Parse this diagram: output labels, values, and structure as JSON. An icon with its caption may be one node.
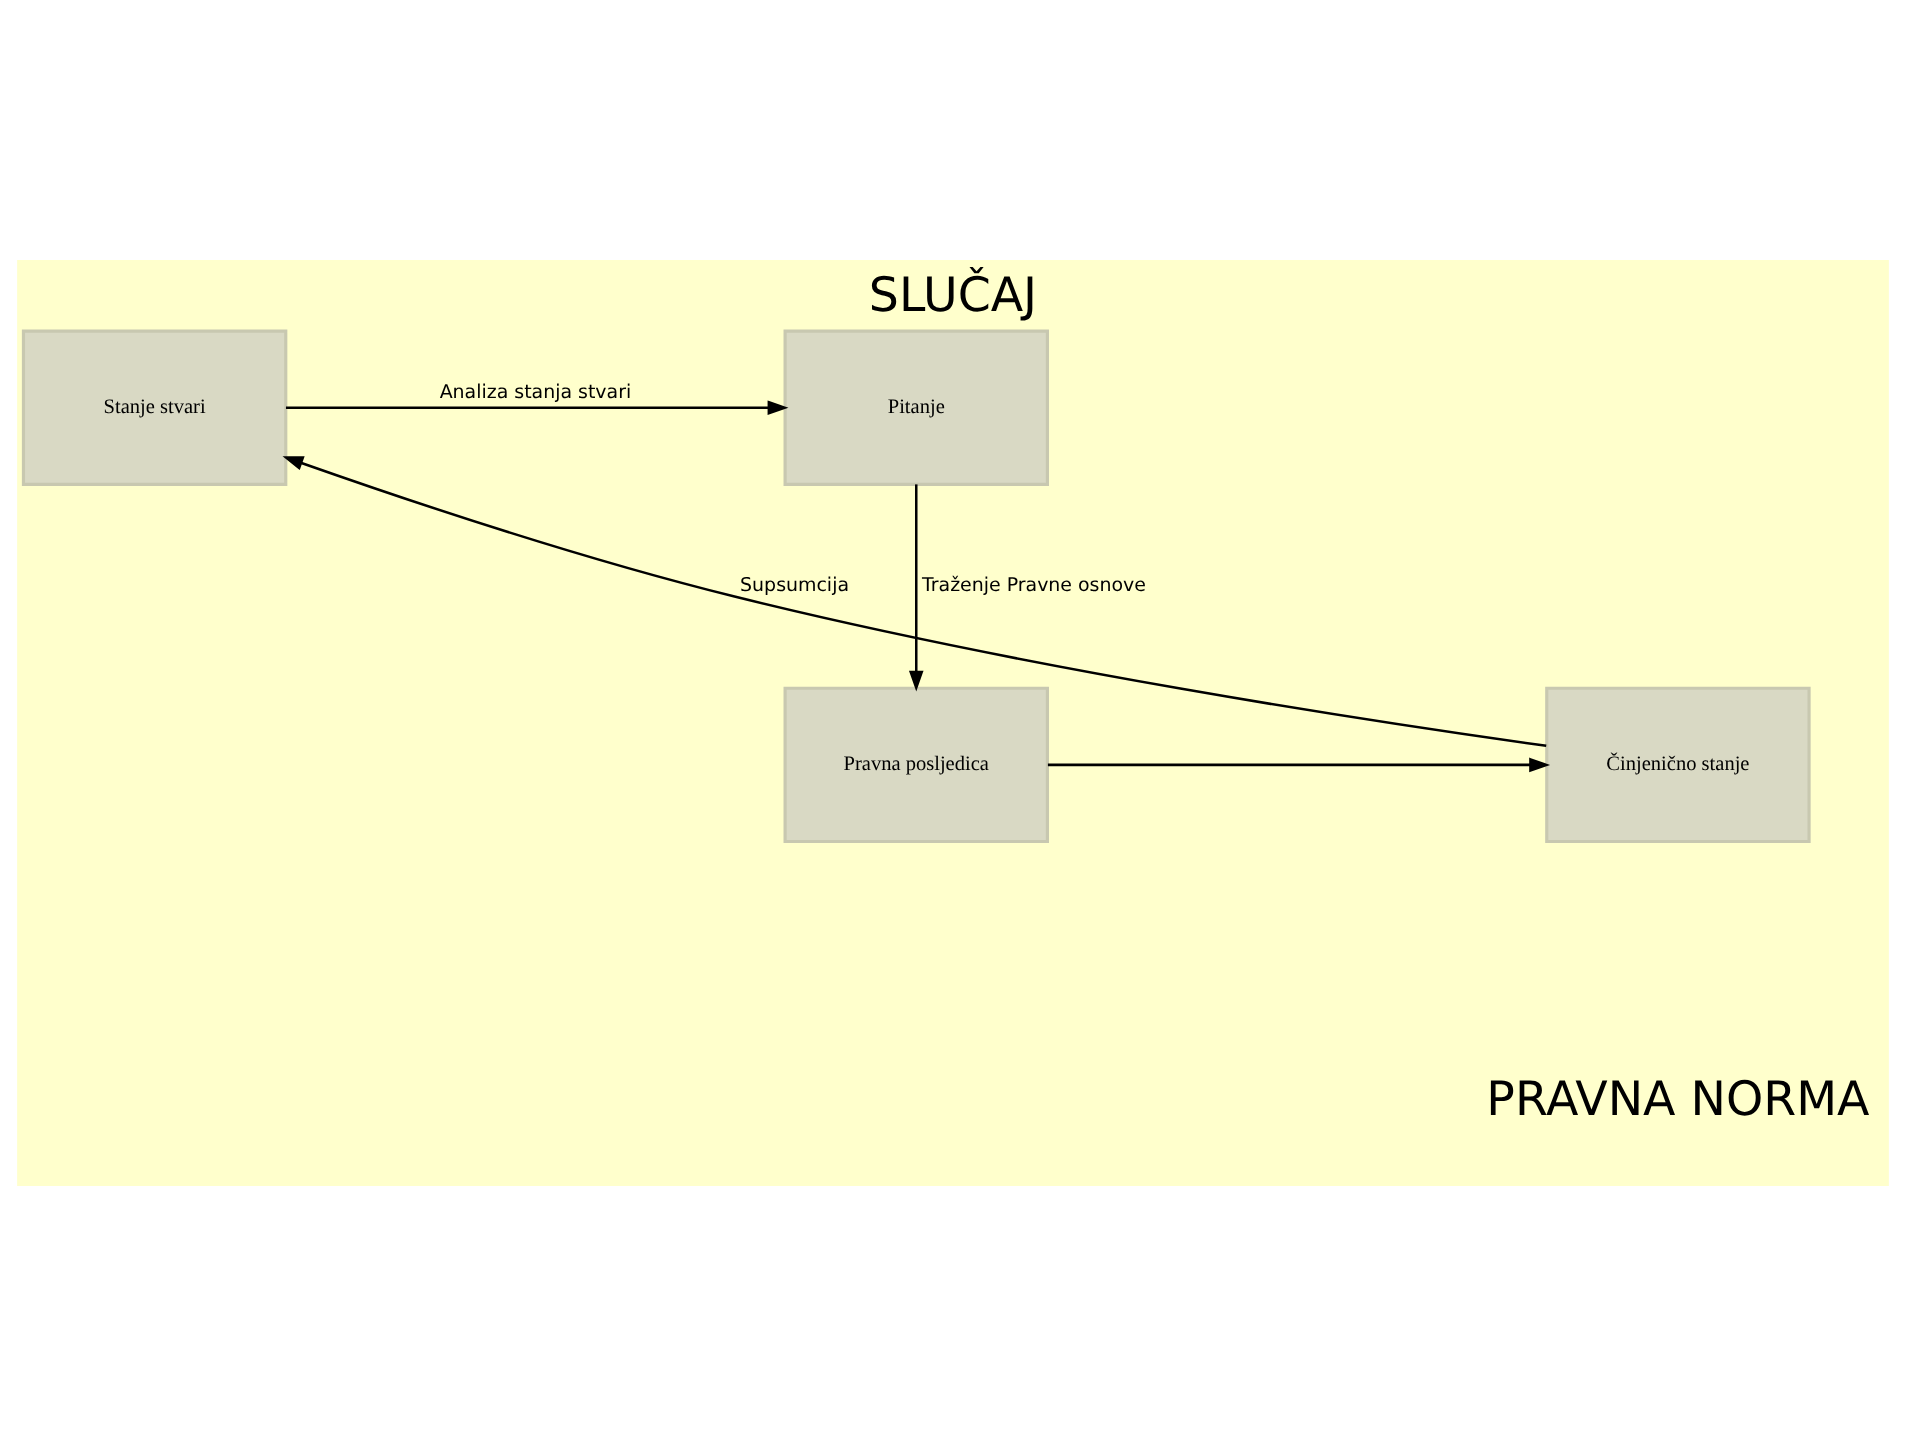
{
  "diagram": {
    "title": "SLUČAJ",
    "caption": "PRAVNA NORMA",
    "nodes": [
      {
        "text": [
          "Stanje stvari"
        ]
      },
      {
        "text": [
          "Pitanje"
        ]
      },
      {
        "text": [
          "Pravna posljedica"
        ]
      },
      {
        "text": [
          "Činjenično stanje"
        ]
      }
    ],
    "edges": [
      {
        "from": 0,
        "to": 1,
        "arrow": "to",
        "label": "Analiza stanja stvari"
      },
      {
        "from": 1,
        "to": 2,
        "arrow": "to",
        "label": "Traženje Pravne osnove"
      },
      {
        "from": 2,
        "to": 3,
        "arrow": "to"
      },
      {
        "from": 3,
        "to": 0,
        "arrow": "to",
        "label": "Supsumcija"
      }
    ]
  }
}
